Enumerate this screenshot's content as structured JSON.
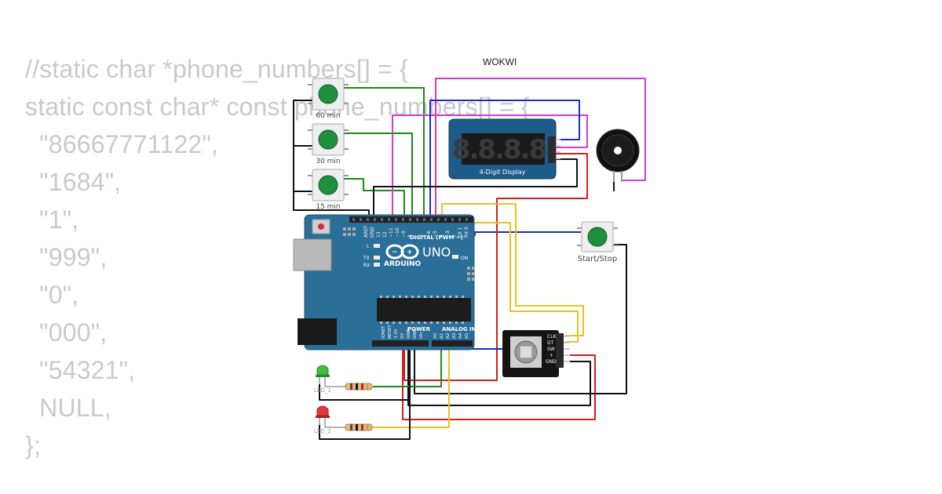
{
  "code": {
    "lines": [
      "//static char *phone_numbers[] = {",
      "static const char* const phone_numbers[] = {",
      "  \"86667771122\",",
      "  \"1684\",",
      "  \"1\",",
      "  \"999\",",
      "  \"0\",",
      "  \"000\",",
      "  \"54321\",",
      "  NULL,",
      "};"
    ]
  },
  "brand": "WOKWI",
  "buttons": {
    "b60": "60 min",
    "b30": "30 min",
    "b15": "15 min",
    "start_stop": "Start/Stop"
  },
  "display": {
    "digits": "8.8.8.8.",
    "label": "4-Digit Display"
  },
  "board": {
    "brand": "ARDUINO",
    "model": "UNO",
    "digital_label": "DIGITAL (PWM ~)",
    "header_pins": [
      "AREF",
      "GND",
      "13",
      "12",
      "~11",
      "~10",
      "~9",
      "8",
      "7",
      "~6",
      "~5",
      "4",
      "~3",
      "2",
      "TX 1",
      "RX 0"
    ],
    "power_label": "POWER",
    "analog_label": "ANALOG IN",
    "power_pins": [
      "IOREF",
      "RESET",
      "3.3V",
      "5V",
      "GND",
      "GND",
      "Vin"
    ],
    "analog_pins": [
      "A0",
      "A1",
      "A2",
      "A3",
      "A4",
      "A5"
    ],
    "led_labels": [
      "L",
      "TX",
      "RX",
      "ON"
    ]
  },
  "encoder": {
    "pins": [
      "CLK",
      "DT",
      "SW",
      "+",
      "GND"
    ]
  },
  "leds": {
    "led1": "LED_1",
    "led2": "LED_2"
  },
  "colors": {
    "board_blue": "#2a6f97",
    "button_green": "#1e8f3a",
    "wire_green": "#1a8a1a",
    "wire_blue": "#1a2cc8",
    "wire_magenta": "#d23ad2",
    "wire_red": "#d41f1f",
    "wire_yellow": "#e8c21c",
    "wire_black": "#111111",
    "code_gray": "#c9c9c9"
  }
}
